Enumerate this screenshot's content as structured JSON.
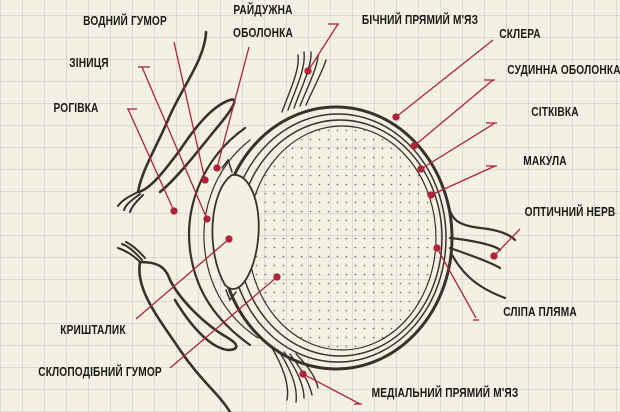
{
  "labels": {
    "aqueous_humor": "ВОДНИЙ ГУМОР",
    "iris_line1": "РАЙДУЖНА",
    "iris_line2": "ОБОЛОНКА",
    "lateral_rectus": "БІЧНИЙ ПРЯМИЙ М'ЯЗ",
    "sclera": "СКЛЕРА",
    "choroid": "СУДИННА ОБОЛОНКА",
    "pupil": "ЗІНИЦЯ",
    "cornea": "РОГІВКА",
    "retina": "СІТКІВКА",
    "macula": "МАКУЛА",
    "optic_nerve": "ОПТИЧНИЙ НЕРВ",
    "lens": "КРИШТАЛИК",
    "blind_spot": "СЛІПА ПЛЯМА",
    "vitreous_humor": "СКЛОПОДІБНИЙ ГУМОР",
    "medial_rectus": "МЕДІАЛЬНИЙ ПРЯМИЙ М'ЯЗ"
  },
  "colors": {
    "background": "#f2f1e3",
    "outline": "#3b3129",
    "leader": "#b0243a"
  }
}
